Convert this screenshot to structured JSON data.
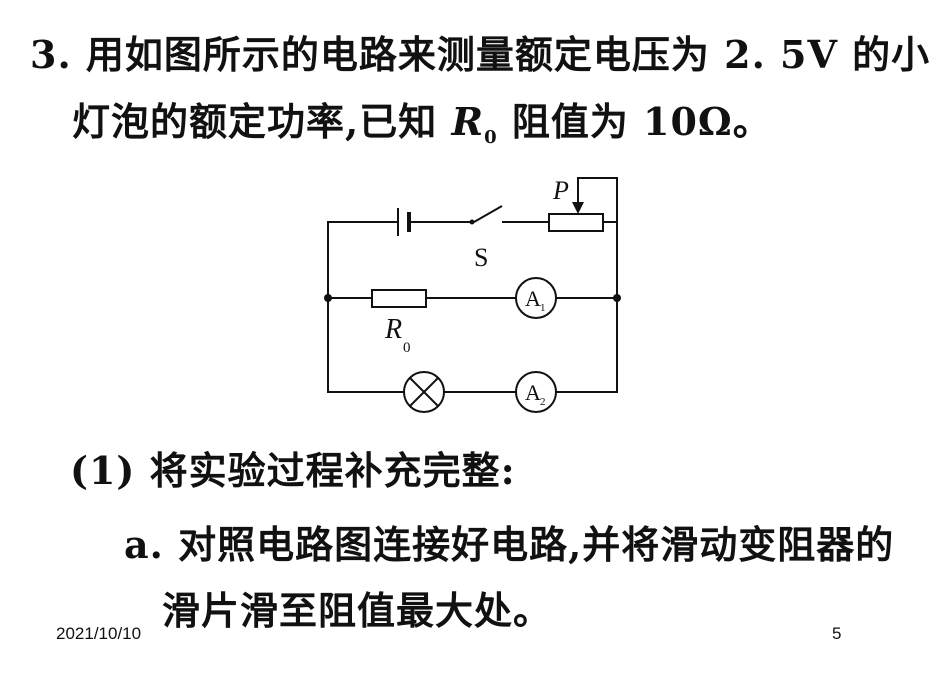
{
  "question": {
    "line1": "3. 用如图所示的电路来测量额定电压为 2. 5V 的小",
    "line2_pre": "灯泡的额定功率,已知 ",
    "line2_R": "R",
    "line2_sub": "0",
    "line2_post": " 阻值为 10Ω。"
  },
  "circuit": {
    "switch_label": "S",
    "slider_label": "P",
    "resistor_label": "R",
    "resistor_sub": "0",
    "ammeter1": "A",
    "ammeter1_sub": "1",
    "ammeter2": "A",
    "ammeter2_sub": "2"
  },
  "part1": {
    "heading": "(1) 将实验过程补充完整:",
    "step_a_line1": "a. 对照电路图连接好电路,并将滑动变阻器的",
    "step_a_line2": "滑片滑至阻值最大处。"
  },
  "footer": {
    "date": "2021/10/10",
    "page_number": "5"
  }
}
